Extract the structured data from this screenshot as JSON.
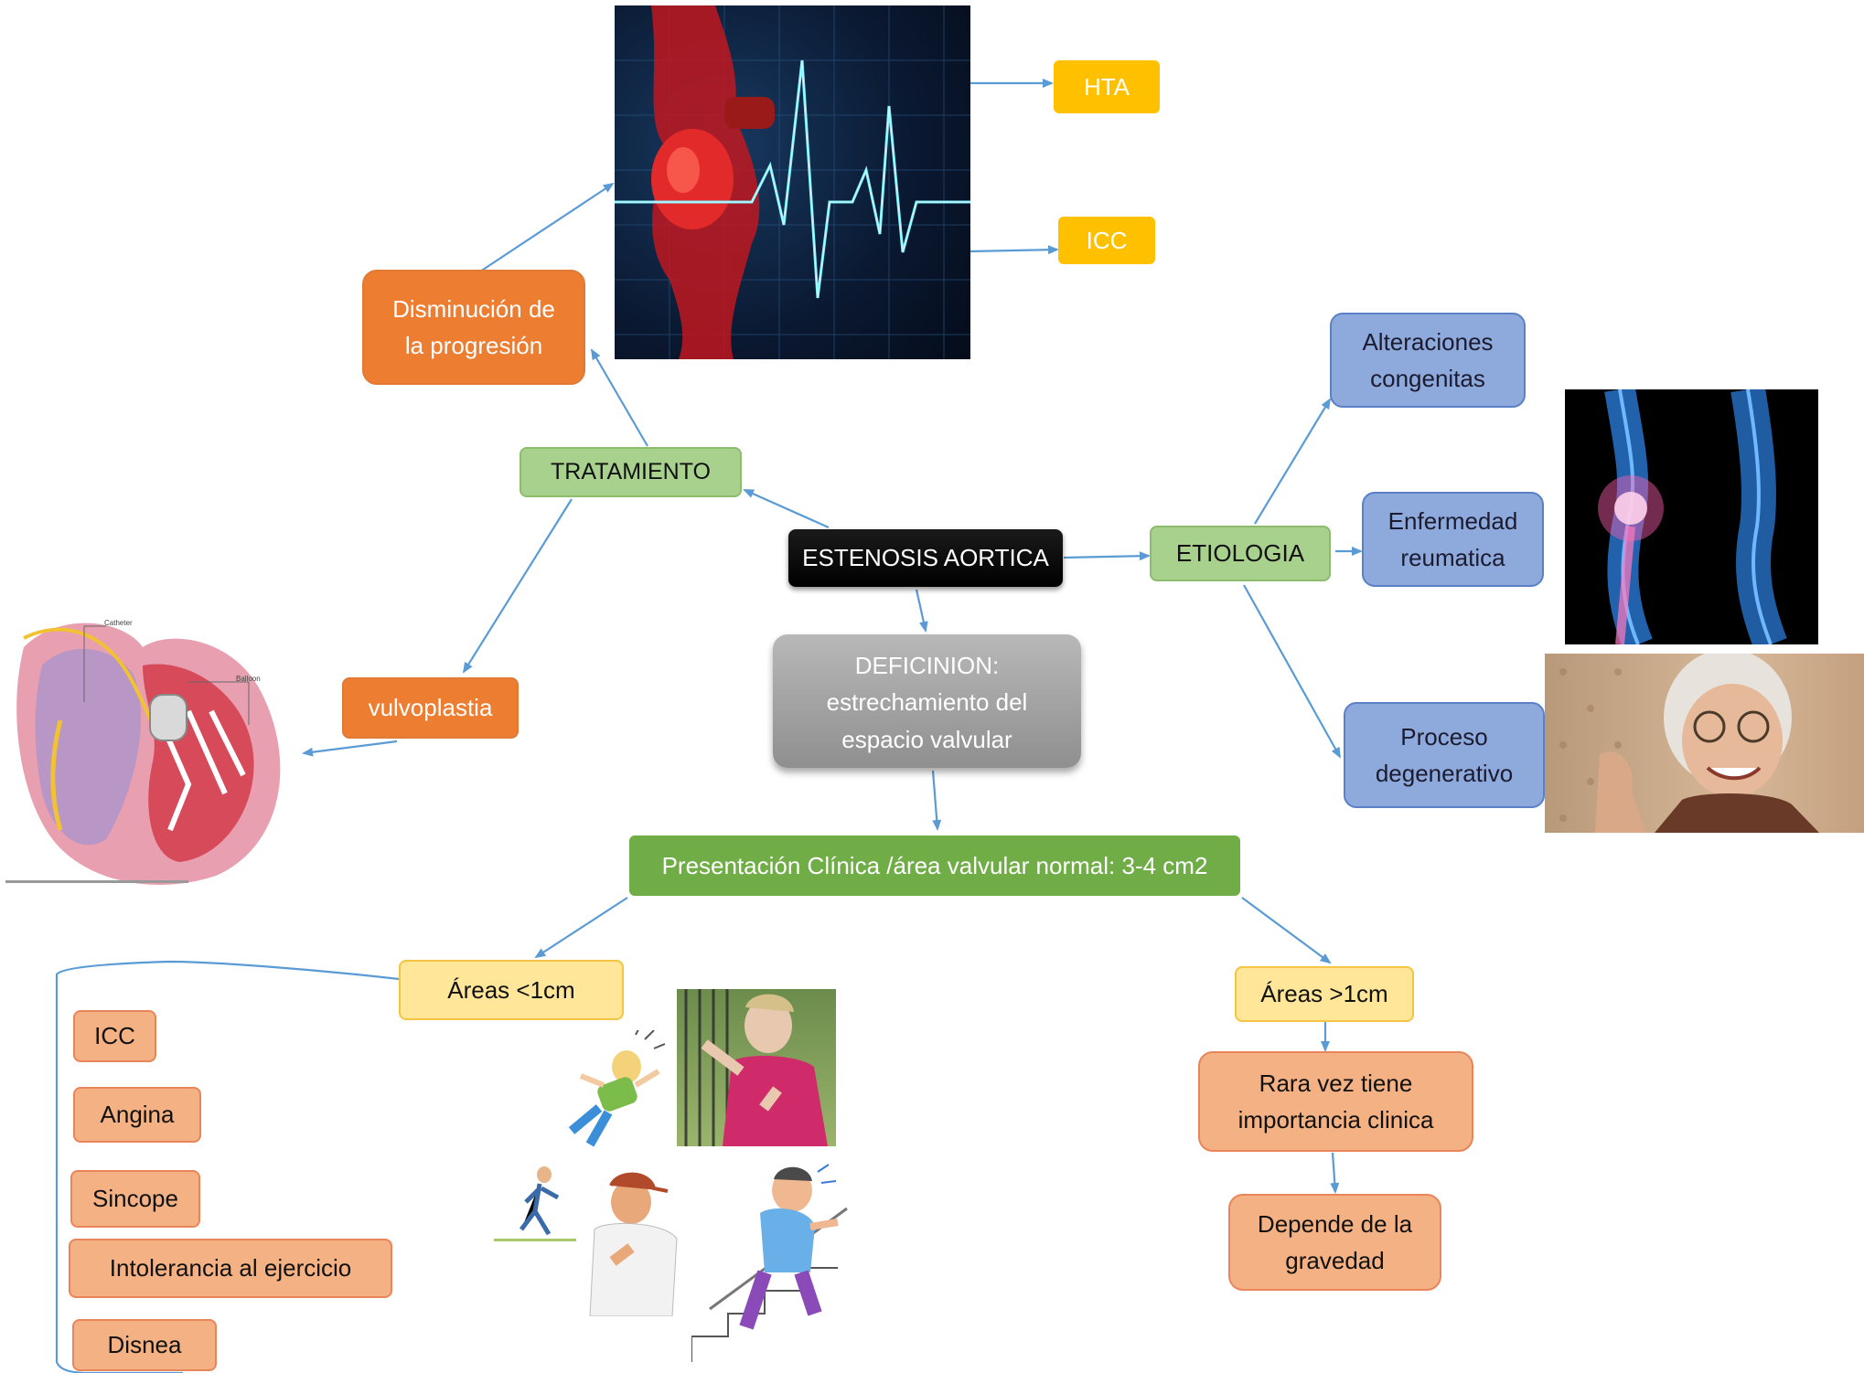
{
  "center": "ESTENOSIS AORTICA",
  "tratamiento": "TRATAMIENTO",
  "disminucion": [
    "Disminución de",
    "la progresión"
  ],
  "hta": "HTA",
  "icc_top": "ICC",
  "vulvoplastia": "vulvoplastia",
  "catheter_labels": {
    "catheter": "Catheter",
    "balloon": "Balloon"
  },
  "etiologia": "ETIOLOGIA",
  "alteraciones": [
    "Alteraciones",
    "congenitas"
  ],
  "enfermedad": [
    "Enfermedad",
    "reumatica"
  ],
  "proceso": [
    "Proceso",
    "degenerativo"
  ],
  "definicion": [
    "DEFICINION:",
    "estrechamiento del",
    "espacio valvular"
  ],
  "presentacion": "Presentación Clínica /área valvular normal: 3-4 cm2",
  "areas_small": "Áreas <1cm",
  "areas_large": "Áreas >1cm",
  "symptoms": [
    "ICC",
    "Angina",
    "Sincope",
    "Intolerancia al ejercicio",
    "Disnea"
  ],
  "rara": [
    "Rara vez tiene",
    "importancia clinica"
  ],
  "depende": [
    "Depende de la",
    "gravedad"
  ],
  "colors": {
    "arrow": "#5b9bd5",
    "green": "#a9d18e",
    "dark_green": "#70ad47",
    "orange": "#ed7d31",
    "yellow": "#ffc000",
    "purple": "#8ea9db",
    "light_yellow": "#ffe699",
    "salmon": "#f4b183"
  }
}
